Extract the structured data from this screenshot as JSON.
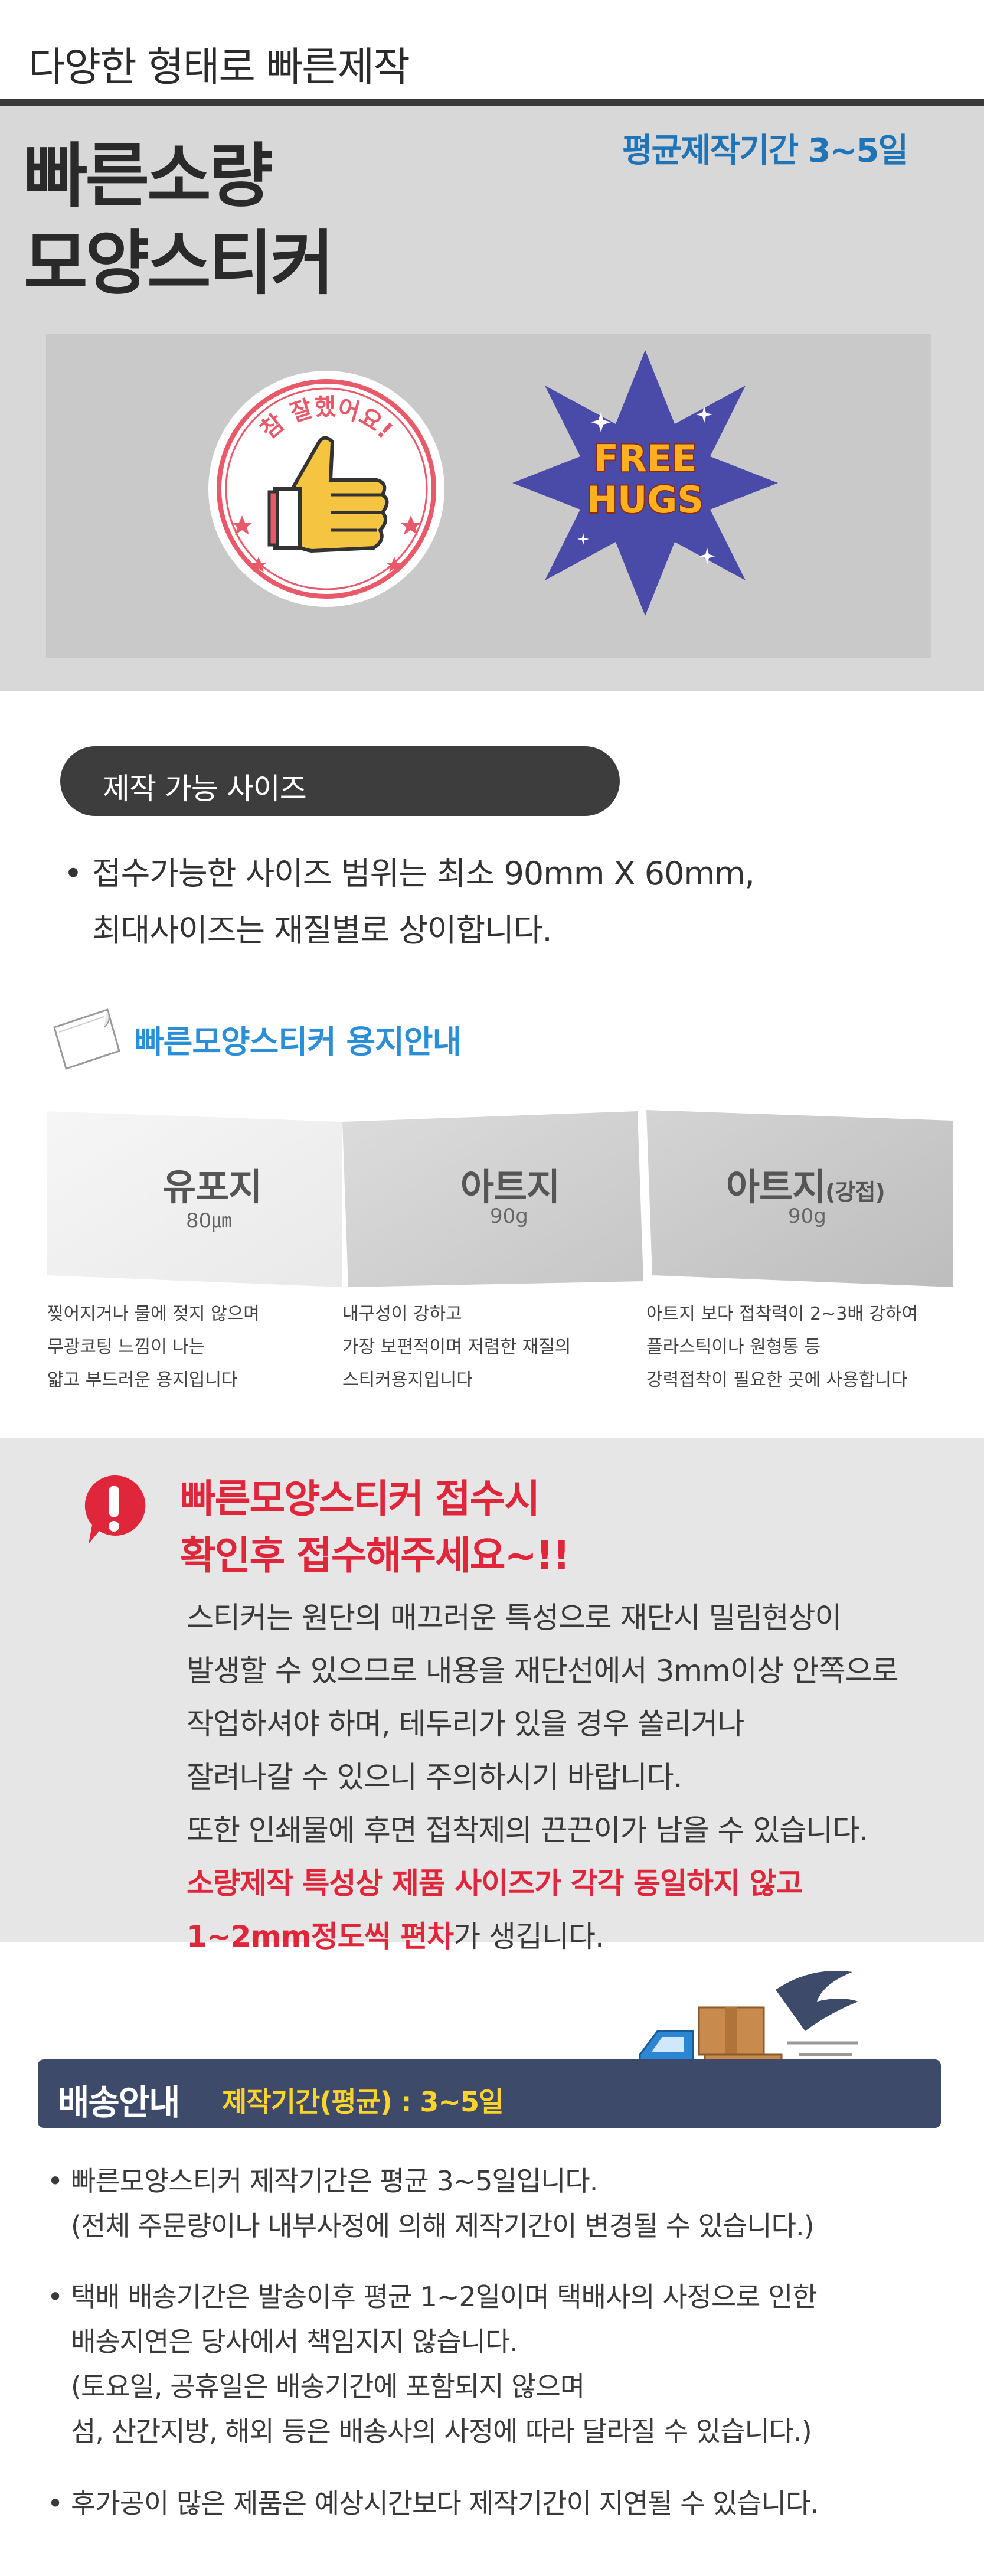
{
  "header": {
    "tagline": "다양한 형태로 빠른제작"
  },
  "hero": {
    "title_line1": "빠른소량",
    "title_line2": "모양스티커",
    "period": "평균제작기간 3~5일",
    "sticker1_text": "참 잘했어요!",
    "sticker2_line1": "FREE",
    "sticker2_line2": "HUGS"
  },
  "sizes": {
    "section_label": "제작 가능 사이즈",
    "bullet": "•",
    "line1": "접수가능한 사이즈 범위는 최소 90mm X 60mm,",
    "line2": "최대사이즈는 재질별로 상이합니다."
  },
  "paper_guide": {
    "heading": "빠른모양스티커 용지안내",
    "cards": [
      {
        "name": "유포지",
        "name_suffix": "",
        "weight": "80㎛",
        "desc": [
          "찢어지거나 물에 젖지 않으며",
          "무광코팅 느낌이 나는",
          "얇고 부드러운 용지입니다"
        ]
      },
      {
        "name": "아트지",
        "name_suffix": "",
        "weight": "90g",
        "desc": [
          "내구성이 강하고",
          "가장 보편적이며 저렴한 재질의",
          "스티커용지입니다"
        ]
      },
      {
        "name": "아트지",
        "name_suffix": "(강접)",
        "weight": "90g",
        "desc": [
          "아트지 보다 접착력이 2~3배 강하여",
          "플라스틱이나 원형통 등",
          "강력접착이 필요한 곳에 사용합니다"
        ]
      }
    ]
  },
  "notice": {
    "icon": "exclamation-icon",
    "head1": "빠른모양스티커 접수시",
    "head2": "확인후 접수해주세요~!!",
    "body": [
      "스티커는 원단의 매끄러운 특성으로 재단시 밀림현상이",
      "발생할 수 있으므로 내용을 재단선에서 3mm이상 안쪽으로",
      "작업하셔야 하며, 테두리가 있을 경우 쏠리거나",
      "잘려나갈 수 있으니 주의하시기 바랍니다.",
      "또한 인쇄물에 후면 접착제의 끈끈이가 남을 수 있습니다."
    ],
    "red1": "소량제작 특성상 제품 사이즈가 각각 동일하지 않고",
    "red2": "1~2mm정도씩 편차",
    "tail2": "가 생깁니다."
  },
  "delivery": {
    "title": "배송안내",
    "subtitle": "제작기간(평균) : 3~5일",
    "icon": "delivery-truck-icon",
    "items": [
      {
        "lines": [
          "빠른모양스티커 제작기간은 평균 3~5일입니다.",
          "(전체 주문량이나 내부사정에 의해 제작기간이 변경될 수 있습니다.)"
        ]
      },
      {
        "lines": [
          "택배 배송기간은 발송이후 평균 1~2일이며 택배사의 사정으로 인한",
          "배송지연은 당사에서 책임지지 않습니다.",
          "(토요일, 공휴일은 배송기간에 포함되지 않으며",
          "섬, 산간지방, 해외 등은 배송사의 사정에 따라 달라질 수 있습니다.)"
        ]
      },
      {
        "lines": [
          "후가공이 많은 제품은 예상시간보다 제작기간이 지연될 수 있습니다."
        ]
      }
    ],
    "bullet": "•"
  },
  "colors": {
    "accent_blue": "#1f73b7",
    "accent_red": "#e0263a",
    "delivery_bar": "#3e4a6a",
    "delivery_highlight": "#ffd42a"
  }
}
